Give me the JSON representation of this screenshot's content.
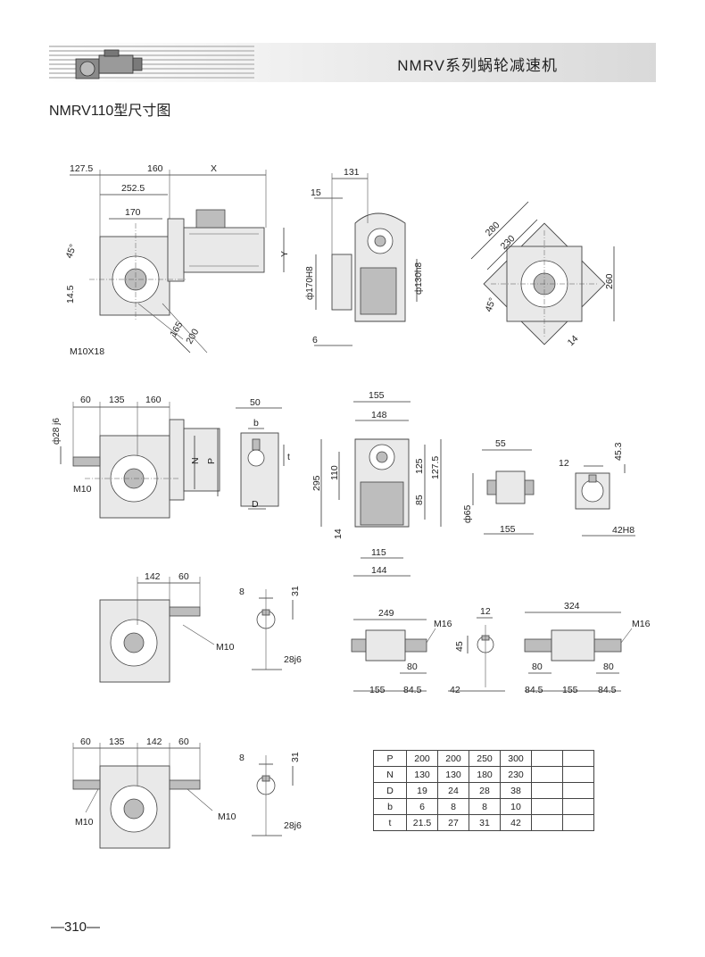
{
  "header": {
    "title": "NMRV系列蜗轮减速机"
  },
  "section_title": "NMRV110型尺寸图",
  "page_number": "—310—",
  "views": {
    "motor_front": {
      "d1": "127.5",
      "d2": "160",
      "d3": "X",
      "d4": "252.5",
      "d5": "170",
      "d6": "45°",
      "d7": "14.5",
      "d8": "M10X18",
      "d9": "165",
      "d10": "200",
      "d11": "Y"
    },
    "motor_side": {
      "d1": "131",
      "d2": "15",
      "d3": "ф170H8",
      "d4": "ф130h8",
      "d5": "6"
    },
    "flange": {
      "d1": "280",
      "d2": "230",
      "d3": "260",
      "d4": "45°",
      "d5": "14"
    },
    "reducer_front": {
      "d1": "60",
      "d2": "135",
      "d3": "160",
      "d4": "ф28 j6",
      "d5": "M10",
      "d6": "N",
      "d7": "P"
    },
    "input_bore": {
      "d1": "50",
      "d2": "b",
      "d3": "t",
      "d4": "D"
    },
    "reducer_side": {
      "d1": "155",
      "d2": "148",
      "d3": "295",
      "d4": "110",
      "d5": "125",
      "d6": "127.5",
      "d7": "85",
      "d8": "14",
      "d9": "115",
      "d10": "144"
    },
    "hollow_shaft": {
      "d1": "55",
      "d2": "ф65",
      "d3": "155"
    },
    "hollow_bore": {
      "d1": "12",
      "d2": "45.3",
      "d3": "42H8"
    },
    "output_shaft_view": {
      "d1": "142",
      "d2": "60",
      "d3": "M10"
    },
    "shaft_key_1": {
      "d1": "8",
      "d2": "31",
      "d3": "28j6"
    },
    "single_shaft": {
      "d1": "249",
      "d2": "M16",
      "d3": "80",
      "d4": "155",
      "d5": "84.5"
    },
    "shaft_key_2": {
      "d1": "12",
      "d2": "45",
      "d3": "42"
    },
    "double_shaft": {
      "d1": "324",
      "d2": "M16",
      "d3": "80",
      "d4": "80",
      "d5": "84.5",
      "d6": "155",
      "d7": "84.5"
    },
    "double_input_view": {
      "d1": "60",
      "d2": "135",
      "d3": "142",
      "d4": "60",
      "d5": "M10",
      "d6": "M10"
    },
    "shaft_key_3": {
      "d1": "8",
      "d2": "31",
      "d3": "28j6"
    }
  },
  "table": {
    "rows": [
      {
        "label": "P",
        "values": [
          "200",
          "200",
          "250",
          "300",
          "",
          ""
        ]
      },
      {
        "label": "N",
        "values": [
          "130",
          "130",
          "180",
          "230",
          "",
          ""
        ]
      },
      {
        "label": "D",
        "values": [
          "19",
          "24",
          "28",
          "38",
          "",
          ""
        ]
      },
      {
        "label": "b",
        "values": [
          "6",
          "8",
          "8",
          "10",
          "",
          ""
        ]
      },
      {
        "label": "t",
        "values": [
          "21.5",
          "27",
          "31",
          "42",
          "",
          ""
        ]
      }
    ]
  }
}
